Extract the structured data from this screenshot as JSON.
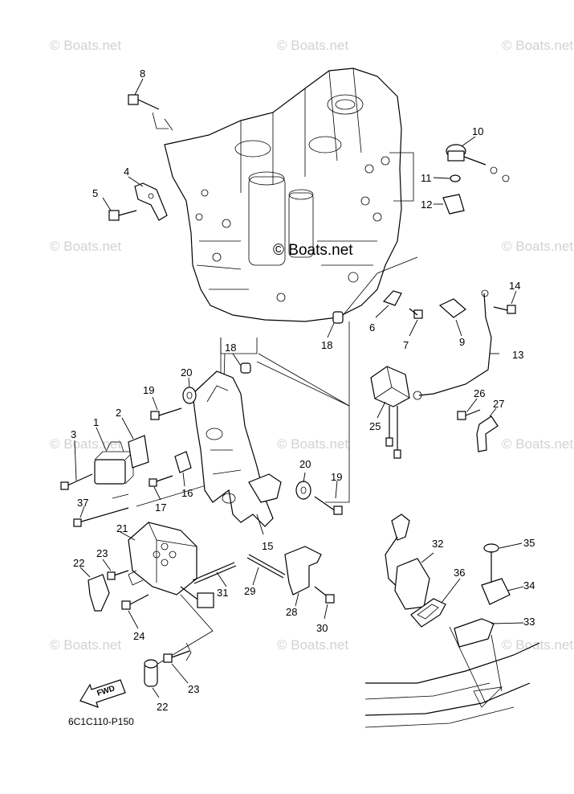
{
  "watermark": "© Boats.net",
  "center_watermark": "© Boats.net",
  "diagram_code": "6C1C110-P150",
  "fwd_label": "FWD",
  "callouts": [
    "1",
    "2",
    "3",
    "4",
    "5",
    "6",
    "7",
    "8",
    "9",
    "10",
    "11",
    "12",
    "13",
    "14",
    "15",
    "16",
    "17",
    "18",
    "18",
    "19",
    "19",
    "20",
    "20",
    "21",
    "22",
    "22",
    "23",
    "23",
    "24",
    "25",
    "26",
    "27",
    "28",
    "29",
    "30",
    "31",
    "32",
    "33",
    "34",
    "35",
    "36",
    "37"
  ]
}
